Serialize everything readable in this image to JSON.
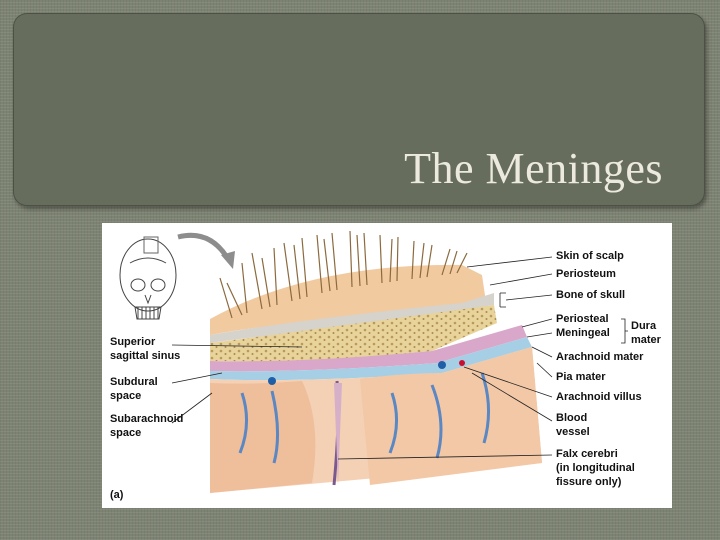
{
  "slide": {
    "title": "The Meninges"
  },
  "figure": {
    "panel_label": "(a)",
    "labels": {
      "skin_of_scalp": "Skin of scalp",
      "periosteum": "Periosteum",
      "bone_of_skull": "Bone of skull",
      "periosteal": "Periosteal",
      "meningeal": "Meningeal",
      "dura": "Dura",
      "mater": "mater",
      "arachnoid_mater": "Arachnoid mater",
      "pia_mater": "Pia mater",
      "arachnoid_villus": "Arachnoid villus",
      "blood": "Blood",
      "vessel": "vessel",
      "falx_cerebri": "Falx cerebri",
      "falx_sub1": "(in longitudinal",
      "falx_sub2": "fissure only)",
      "superior": "Superior",
      "sagittal_sinus": "sagittal sinus",
      "subdural": "Subdural",
      "subdural_space": "space",
      "subarachnoid": "Subarachnoid",
      "subarachnoid_space": "space"
    }
  }
}
